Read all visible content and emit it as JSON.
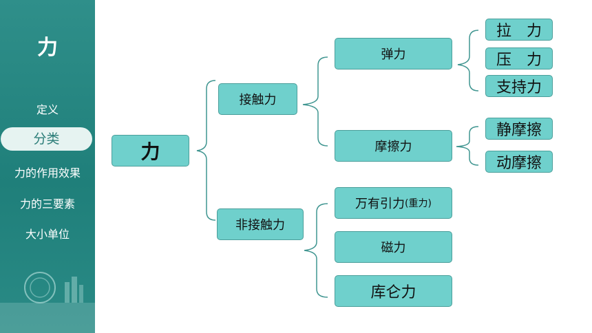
{
  "sidebar": {
    "title": "力",
    "items": [
      {
        "label": "定义",
        "active": false
      },
      {
        "label": "分类",
        "active": true
      },
      {
        "label": "力的作用效果",
        "active": false
      },
      {
        "label": "力的三要素",
        "active": false
      },
      {
        "label": "大小单位",
        "active": false
      }
    ]
  },
  "diagram": {
    "root": "力",
    "contact": "接触力",
    "noncontact": "非接触力",
    "elastic": "弹力",
    "friction": "摩擦力",
    "tension": "拉　力",
    "pressure": "压　力",
    "support": "支持力",
    "static_friction": "静摩擦",
    "kinetic_friction": "动摩擦",
    "gravitation": "万有引力",
    "gravitation_note": "(重力)",
    "magnetic": "磁力",
    "coulomb": "库仑力"
  },
  "colors": {
    "sidebar": "#2a8b86",
    "node_fill": "#6fd0cc",
    "node_border": "#4a9e9a",
    "active_pill": "#e6f3f1"
  }
}
